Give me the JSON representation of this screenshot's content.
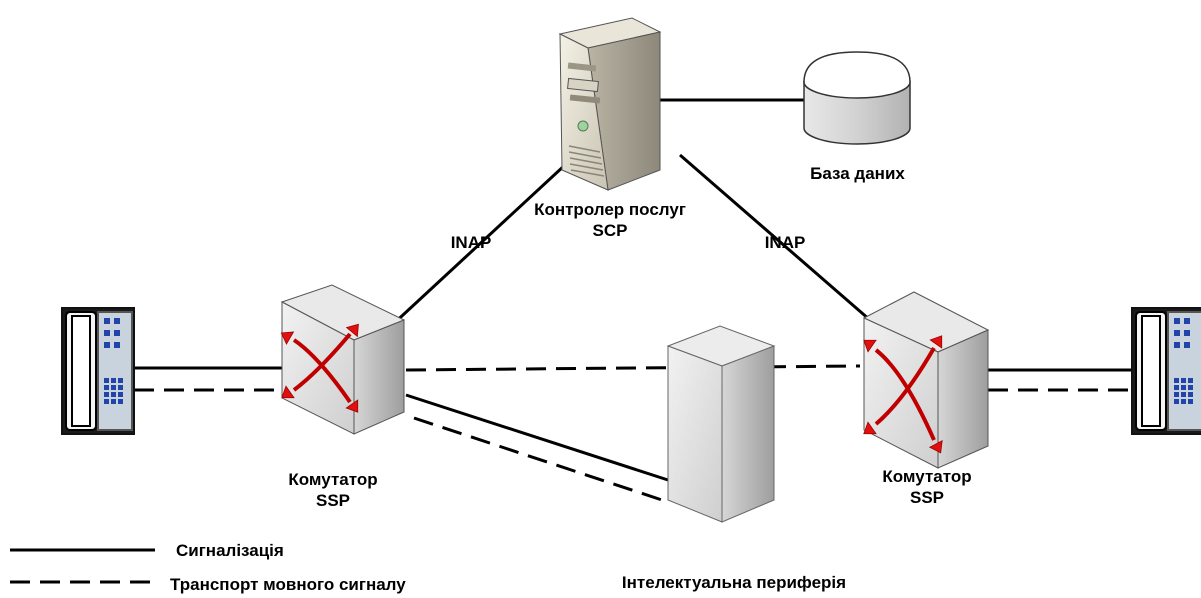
{
  "nodes": {
    "scp": {
      "line1": "Контролер послуг",
      "line2": "SCP"
    },
    "database": {
      "label": "База даних"
    },
    "ssp_left": {
      "line1": "Комутатор",
      "line2": "SSP"
    },
    "ssp_right": {
      "line1": "Комутатор",
      "line2": "SSP"
    },
    "intelligent_periphery": {
      "label": "Інтелектуальна периферія"
    }
  },
  "links": {
    "inap_left": "INAP",
    "inap_right": "INAP"
  },
  "legend": {
    "signaling": "Сигналізація",
    "voice_transport": "Транспорт мовного сигналу"
  }
}
